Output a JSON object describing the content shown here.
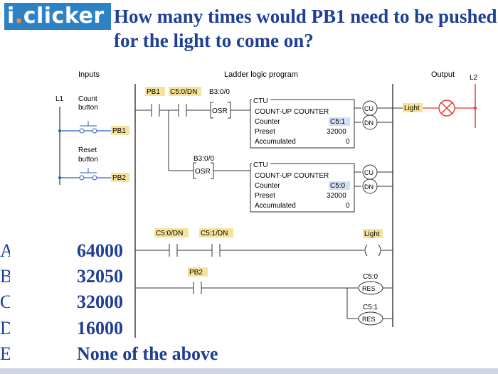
{
  "logo": {
    "text_a": "i",
    "text_b": "clicker",
    "dot": "."
  },
  "question": "How many times would PB1 need to be pushed for the light to come on?",
  "diagram": {
    "inputs_label": "Inputs",
    "program_label": "Ladder logic program",
    "output_label": "Output",
    "l1": "L1",
    "l2": "L2",
    "count_button": [
      "Count",
      "button"
    ],
    "reset_button": [
      "Reset",
      "button"
    ],
    "pb1": "PB1",
    "pb2": "PB2",
    "c5_0_dn": "C5:0/DN",
    "b3_0_0": "B3:0/0",
    "osr": "OSR",
    "ctu": "CTU",
    "counter_title": "COUNT-UP COUNTER",
    "counter": "Counter",
    "preset": "Preset",
    "accumulated": "Accumulated",
    "c5_1": "C5:1",
    "c5_0": "C5:0",
    "preset_value": "32000",
    "acc_value": "0",
    "cu": "CU",
    "dn": "DN",
    "light": "Light",
    "c5_1_dn": "C5:1/DN",
    "res": "RES",
    "c5_0_res": "C5:0",
    "c5_1_res": "C5:1"
  },
  "answers": [
    {
      "letter": "A.",
      "text": "64000"
    },
    {
      "letter": "B.",
      "text": "32050"
    },
    {
      "letter": "C.",
      "text": "32000"
    },
    {
      "letter": "D.",
      "text": "16000"
    },
    {
      "letter": "E.",
      "text": "None of the above"
    }
  ],
  "colors": {
    "accent": "#1f3f95",
    "tag_fill": "#f6e39a",
    "lamp": "#e5342b",
    "logo_bg": "#2c82c4"
  }
}
